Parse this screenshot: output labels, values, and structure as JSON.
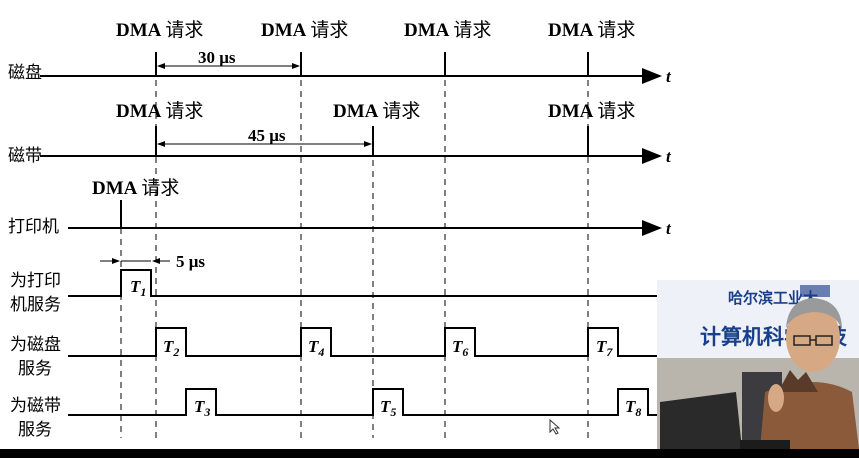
{
  "axis_symbol": "t",
  "rows": {
    "disk": {
      "label": "磁盘"
    },
    "tape": {
      "label": "磁带"
    },
    "printer": {
      "label": "打印机"
    },
    "service_printer": {
      "label_line1": "为打印",
      "label_line2": "机服务"
    },
    "service_disk": {
      "label_line1": "为磁盘",
      "label_line2": "服务"
    },
    "service_tape": {
      "label_line1": "为磁带",
      "label_line2": "服务"
    }
  },
  "request_label_dma": "DMA",
  "request_label_cjk": "请求",
  "intervals": {
    "disk": "30 μs",
    "tape": "45 μs",
    "printer_service": "5 μs"
  },
  "tasks": {
    "T1": {
      "letter": "T",
      "sub": "1"
    },
    "T2": {
      "letter": "T",
      "sub": "2"
    },
    "T3": {
      "letter": "T",
      "sub": "3"
    },
    "T4": {
      "letter": "T",
      "sub": "4"
    },
    "T5": {
      "letter": "T",
      "sub": "5"
    },
    "T6": {
      "letter": "T",
      "sub": "6"
    },
    "T7": {
      "letter": "T",
      "sub": "7"
    },
    "T8": {
      "letter": "T",
      "sub": "8"
    }
  },
  "video_overlay": {
    "banner_text_1": "哈尔滨工业大",
    "banner_text_2": "计算机科学与技",
    "colors": {
      "wall": "#d8dbe0",
      "banner": "#eef2f8",
      "banner_text": "#1a3f8a",
      "shirt": "#8a5a3a",
      "laptop": "#2a2a2a"
    }
  }
}
